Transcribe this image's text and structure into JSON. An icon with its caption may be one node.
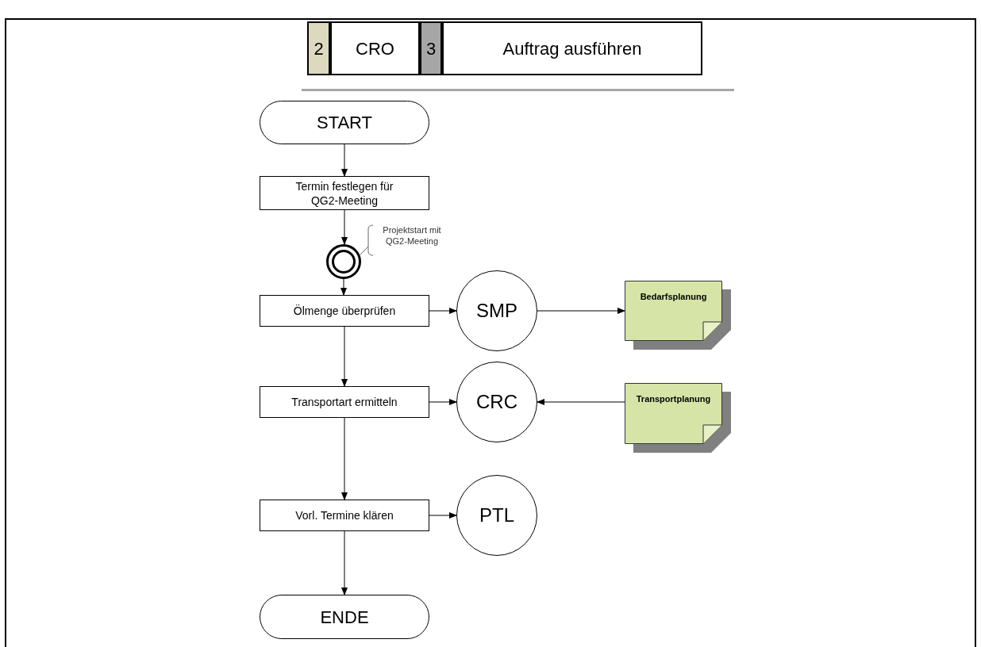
{
  "diagram": {
    "nodes": [
      {
        "text": [
          "2"
        ]
      },
      {
        "text": [
          "CRO"
        ]
      },
      {
        "text": [
          "3"
        ]
      },
      {
        "text": [
          "Auftrag ausführen"
        ]
      },
      {
        "text": [
          "START"
        ]
      },
      {
        "text": [
          "Termin festlegen für QG2-Meeting"
        ]
      },
      {
        "text": [],
        "shape": "circle",
        "beside": [
          "Projektstart mit QG2-Meeting"
        ]
      },
      {
        "text": [
          "Ölmenge überprüfen"
        ]
      },
      {
        "text": [
          "SMP"
        ]
      },
      {
        "text": [
          "Bedarfsplanung"
        ]
      },
      {
        "text": [
          "Transportart ermitteln"
        ]
      },
      {
        "text": [
          "CRC"
        ]
      },
      {
        "text": [
          "Transportplanung"
        ]
      },
      {
        "text": [
          "Vorl. Termine klären"
        ]
      },
      {
        "text": [
          "PTL"
        ]
      },
      {
        "text": [
          "ENDE"
        ]
      }
    ],
    "edges": [
      {
        "from": 4,
        "to": 5,
        "arrow": "to"
      },
      {
        "from": 5,
        "to": 6,
        "arrow": "to"
      },
      {
        "from": 6,
        "to": 7,
        "arrow": "to"
      },
      {
        "from": 7,
        "to": 8,
        "arrow": "to"
      },
      {
        "from": 8,
        "to": 9,
        "arrow": "to"
      },
      {
        "from": 7,
        "to": 10,
        "arrow": "to"
      },
      {
        "from": 10,
        "to": 11,
        "arrow": "to"
      },
      {
        "from": 12,
        "to": 11,
        "arrow": "to"
      },
      {
        "from": 10,
        "to": 13,
        "arrow": "to"
      },
      {
        "from": 13,
        "to": 14,
        "arrow": "to"
      },
      {
        "from": 13,
        "to": 15,
        "arrow": "to"
      }
    ]
  }
}
